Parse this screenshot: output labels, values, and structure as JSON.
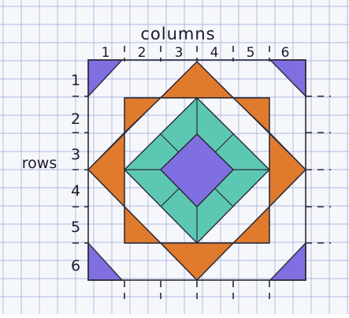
{
  "labels": {
    "columns_title": "columns",
    "rows_title": "rows",
    "column_numbers": [
      "1",
      "2",
      "3",
      "4",
      "5",
      "6"
    ],
    "row_numbers": [
      "1",
      "2",
      "3",
      "4",
      "5",
      "6"
    ]
  },
  "colors": {
    "paper": "#f6f7fb",
    "grid_line": "#9aa3d6",
    "ink": "#2a2a36",
    "orange": "#e07a2c",
    "teal": "#5cc8b4",
    "purple": "#7f6fe0"
  }
}
